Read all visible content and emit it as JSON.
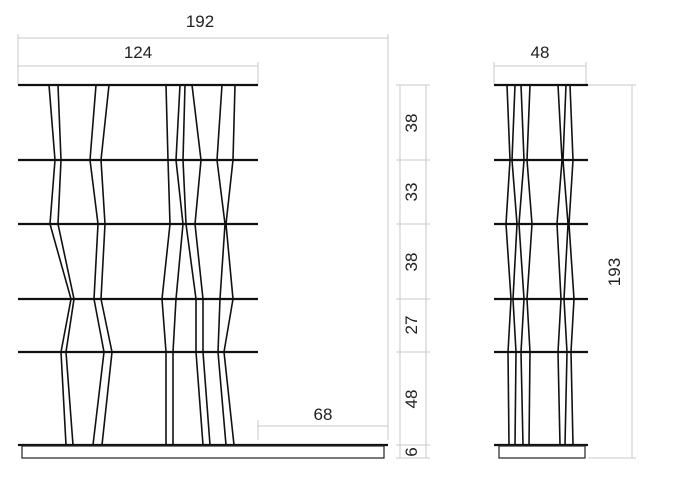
{
  "front_view": {
    "total_width": "192",
    "upper_width": "124",
    "base_extension": "68",
    "shelf_heights": [
      "38",
      "33",
      "38",
      "27",
      "48"
    ],
    "base_height": "6"
  },
  "side_view": {
    "depth": "48",
    "total_height": "193"
  }
}
